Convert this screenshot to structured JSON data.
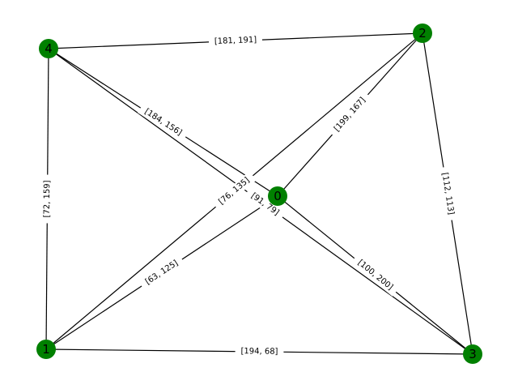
{
  "graph": {
    "node_color": "#008000",
    "edge_color": "#000000",
    "nodes": [
      {
        "id": "0",
        "label": "0"
      },
      {
        "id": "1",
        "label": "1"
      },
      {
        "id": "2",
        "label": "2"
      },
      {
        "id": "3",
        "label": "3"
      },
      {
        "id": "4",
        "label": "4"
      }
    ],
    "edges": [
      {
        "source": "4",
        "target": "2",
        "label": "[181, 191]"
      },
      {
        "source": "4",
        "target": "1",
        "label": "[72, 159]"
      },
      {
        "source": "4",
        "target": "0",
        "label": "[184, 156]"
      },
      {
        "source": "4",
        "target": "3",
        "label": "[91, 79]"
      },
      {
        "source": "2",
        "target": "0",
        "label": "[199, 167]"
      },
      {
        "source": "2",
        "target": "1",
        "label": "[76, 135]"
      },
      {
        "source": "2",
        "target": "3",
        "label": "[112, 113]"
      },
      {
        "source": "0",
        "target": "1",
        "label": "[63, 125]"
      },
      {
        "source": "0",
        "target": "3",
        "label": "[100, 200]"
      },
      {
        "source": "1",
        "target": "3",
        "label": "[194, 68]"
      }
    ]
  }
}
